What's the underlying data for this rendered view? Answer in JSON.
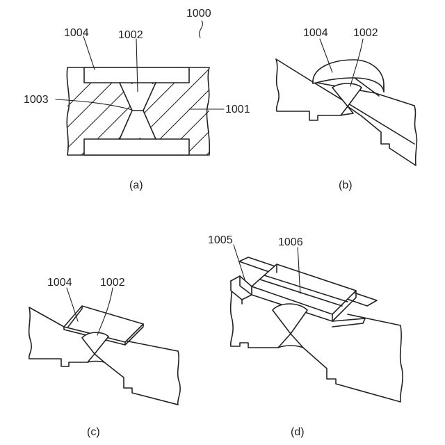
{
  "figure_a": {
    "caption": "(a)",
    "ref_device": "1000",
    "ref_recess": "1004",
    "ref_tapered_hole": "1002",
    "ref_throat": "1003",
    "ref_substrate": "1001"
  },
  "figure_b": {
    "caption": "(b)",
    "ref_recess": "1004",
    "ref_tapered_hole": "1002"
  },
  "figure_c": {
    "caption": "(c)",
    "ref_recess": "1004",
    "ref_tapered_hole": "1002"
  },
  "figure_d": {
    "caption": "(d)",
    "ref_cover": "1005",
    "ref_channel": "1006"
  }
}
